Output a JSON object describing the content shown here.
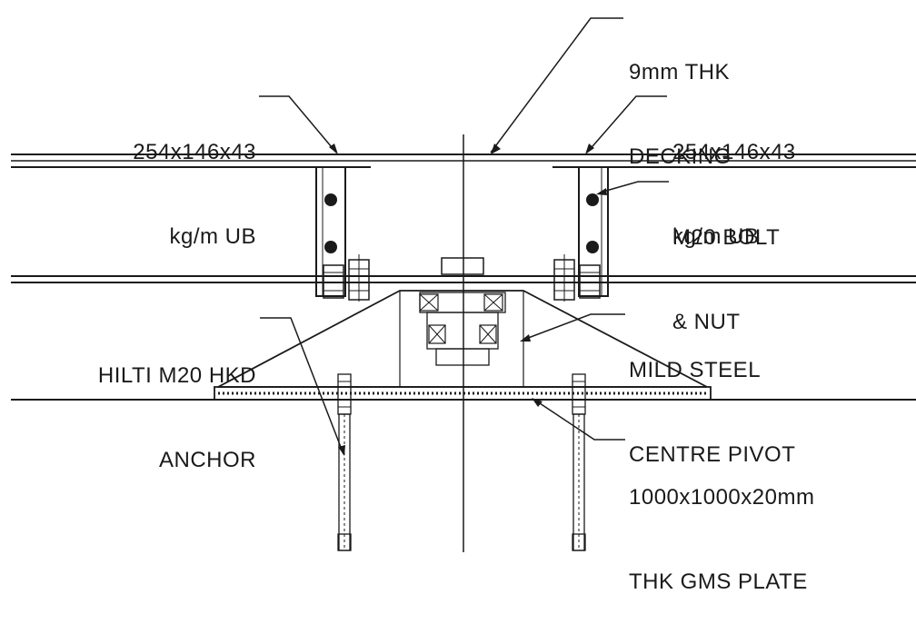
{
  "labels": {
    "decking": {
      "line1": "9mm THK",
      "line2": "DECKING"
    },
    "beam_left": {
      "line1": "254x146x43",
      "line2": "kg/m UB"
    },
    "beam_right": {
      "line1": "254x146x43",
      "line2": "kg/m UB"
    },
    "bolt": {
      "line1": "M20 BOLT",
      "line2": "& NUT"
    },
    "anchor": {
      "line1": "HILTI M20 HKD",
      "line2": "ANCHOR"
    },
    "pivot": {
      "line1": "MILD STEEL",
      "line2": "CENTRE PIVOT"
    },
    "plate": {
      "line1": "1000x1000x20mm",
      "line2": "THK GMS PLATE"
    }
  },
  "colors": {
    "line": "#1a1a1a",
    "background": "#ffffff"
  }
}
